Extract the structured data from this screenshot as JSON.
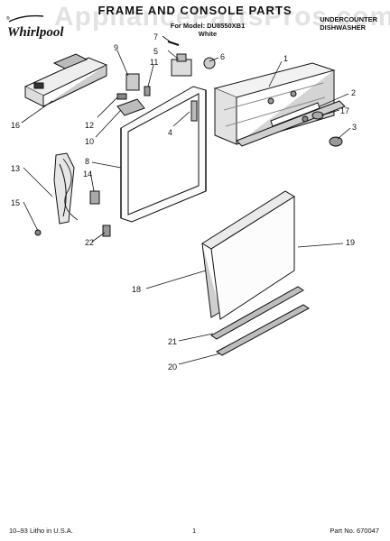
{
  "header": {
    "brand": "Whirlpool",
    "watermark": "AppliancePartsPros.com",
    "title": "FRAME AND CONSOLE PARTS",
    "model_line": "For Model: DU8550XB1",
    "color_line": "White",
    "appliance_type_line1": "UNDERCOUNTER",
    "appliance_type_line2": "DISHWASHER"
  },
  "callouts": [
    "1",
    "2",
    "3",
    "4",
    "5",
    "6",
    "7",
    "8",
    "9",
    "10",
    "11",
    "12",
    "13",
    "14",
    "15",
    "16",
    "17",
    "18",
    "19",
    "20",
    "21",
    "22"
  ],
  "footer": {
    "litho": "10–93 Litho in U.S.A.",
    "page": "1",
    "part_no": "Part No. 670047"
  }
}
